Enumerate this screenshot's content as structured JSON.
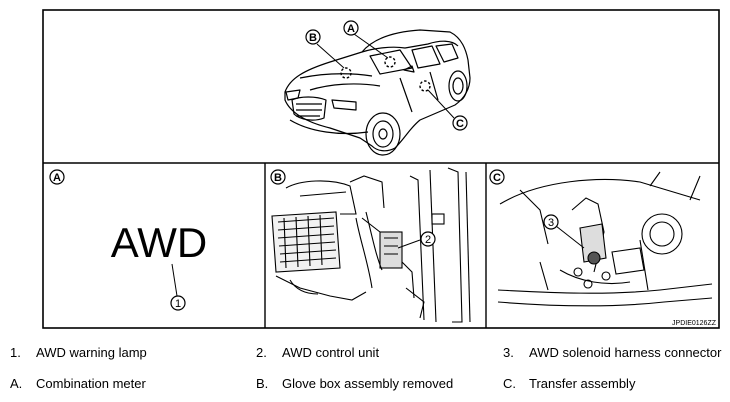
{
  "callouts": {
    "top_a": "A",
    "top_b": "B",
    "top_c": "C",
    "panel_a": "A",
    "panel_b": "B",
    "panel_c": "C",
    "num_1": "1",
    "num_2": "2",
    "num_3": "3"
  },
  "panel_a_text": "AWD",
  "figure_code": "JPDIE0126ZZ",
  "legend": {
    "rows": [
      [
        {
          "num": "1.",
          "label": "AWD warning lamp"
        },
        {
          "num": "2.",
          "label": "AWD control unit"
        },
        {
          "num": "3.",
          "label": "AWD solenoid harness connector"
        }
      ],
      [
        {
          "num": "A.",
          "label": "Combination meter"
        },
        {
          "num": "B.",
          "label": "Glove box assembly removed"
        },
        {
          "num": "C.",
          "label": "Transfer assembly"
        }
      ]
    ]
  }
}
